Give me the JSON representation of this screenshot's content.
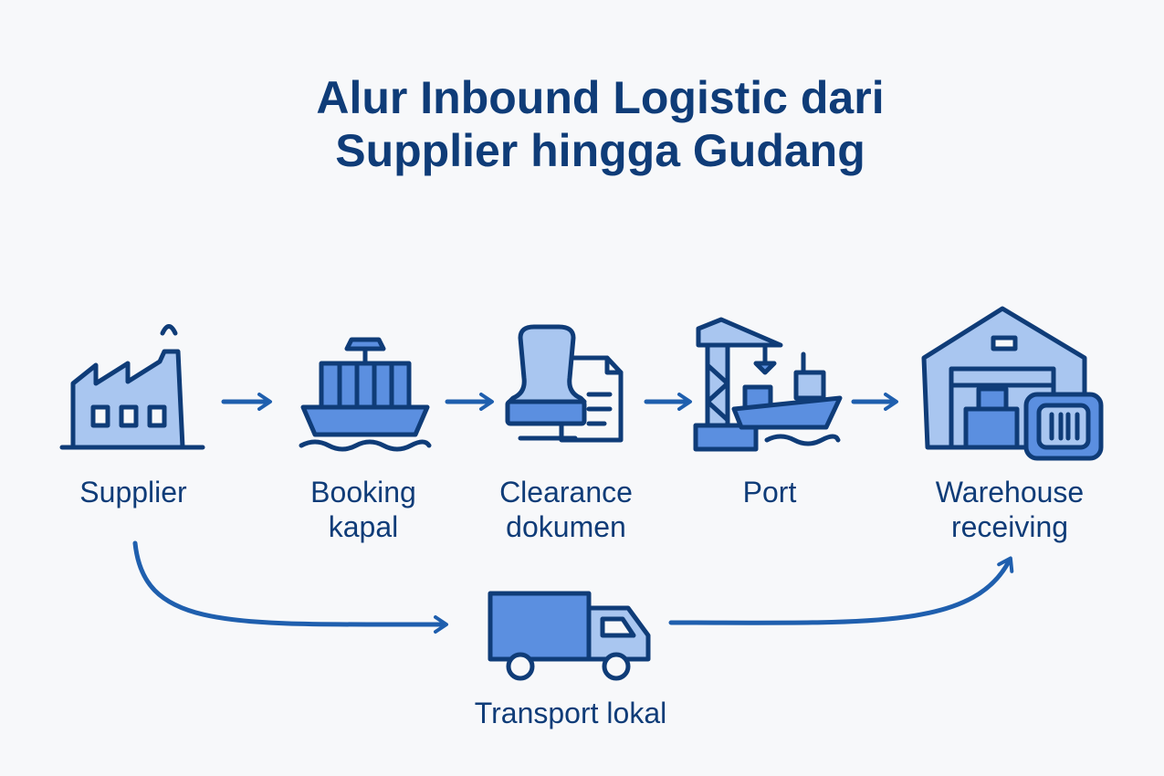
{
  "title": {
    "line1": "Alur Inbound Logistic dari",
    "line2": "Supplier hingga Gudang"
  },
  "steps": [
    {
      "icon": "factory-icon",
      "lines": [
        "Supplier"
      ]
    },
    {
      "icon": "cargo-ship-icon",
      "lines": [
        "Booking",
        "kapal"
      ]
    },
    {
      "icon": "customs-stamp-icon",
      "lines": [
        "Clearance",
        "dokumen"
      ]
    },
    {
      "icon": "port-crane-icon",
      "lines": [
        "Port"
      ]
    },
    {
      "icon": "warehouse-icon",
      "lines": [
        "Warehouse",
        "receiving"
      ]
    }
  ],
  "bypass": {
    "icon": "truck-icon",
    "lines": [
      "Transport lokal"
    ]
  },
  "colors": {
    "stroke": "#0f3c78",
    "fill_light": "#a9c6f0",
    "fill_mid": "#5b8fe0",
    "arrow": "#1f5fae",
    "background": "#f7f8fa"
  }
}
